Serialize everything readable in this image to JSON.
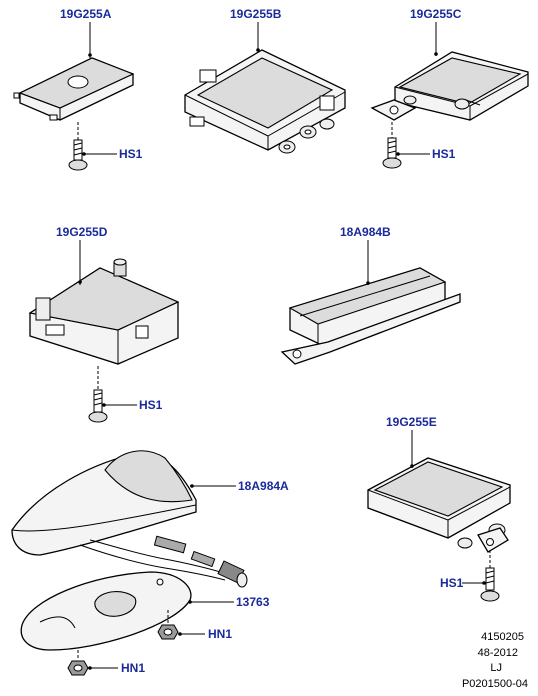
{
  "labels": {
    "p1": "19G255A",
    "p2": "19G255B",
    "p3": "19G255C",
    "p4": "19G255D",
    "p5": "18A984B",
    "p6": "19G255E",
    "p7": "18A984A",
    "p8": "13763",
    "hs": "HS1",
    "hn": "HN1"
  },
  "footer": {
    "line1": "4150205",
    "line2": "48-2012",
    "line3": "LJ",
    "line4": "P0201500-04"
  },
  "colors": {
    "label": "#1a2a9a",
    "outline": "#000000"
  }
}
